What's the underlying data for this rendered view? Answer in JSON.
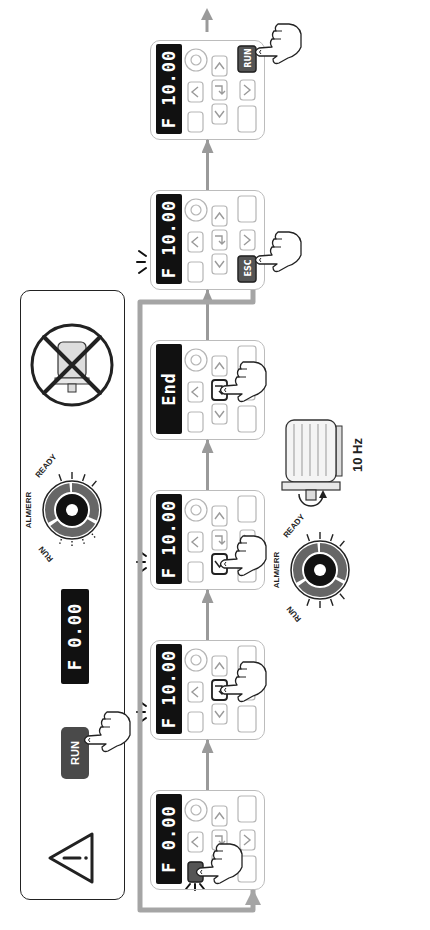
{
  "diagram": {
    "nodes": [
      {
        "text": [
          "F 0.00"
        ]
      },
      {
        "text": [
          "F 10.00"
        ]
      },
      {
        "text": [
          "F 10.00"
        ]
      },
      {
        "text": [
          "End"
        ]
      },
      {
        "text": [
          "F 10.00",
          "ESC"
        ]
      },
      {
        "text": [
          "F 10.00",
          "RUN"
        ]
      },
      {
        "text": [
          "RUN",
          "F 0.00"
        ]
      }
    ],
    "edges": [
      {
        "from": 0,
        "to": 1,
        "arrow": "to"
      },
      {
        "from": 1,
        "to": 2,
        "arrow": "to"
      },
      {
        "from": 2,
        "to": 3,
        "arrow": "to"
      },
      {
        "from": 3,
        "to": 4,
        "arrow": "to"
      },
      {
        "from": 4,
        "to": 5,
        "arrow": "to"
      },
      {
        "from": 4,
        "to": 0,
        "arrow": "to"
      }
    ],
    "labels": [
      "10 Hz",
      "RUN",
      "ALM/ERR",
      "READY",
      "RUN",
      "ALM/ERR",
      "READY"
    ]
  }
}
